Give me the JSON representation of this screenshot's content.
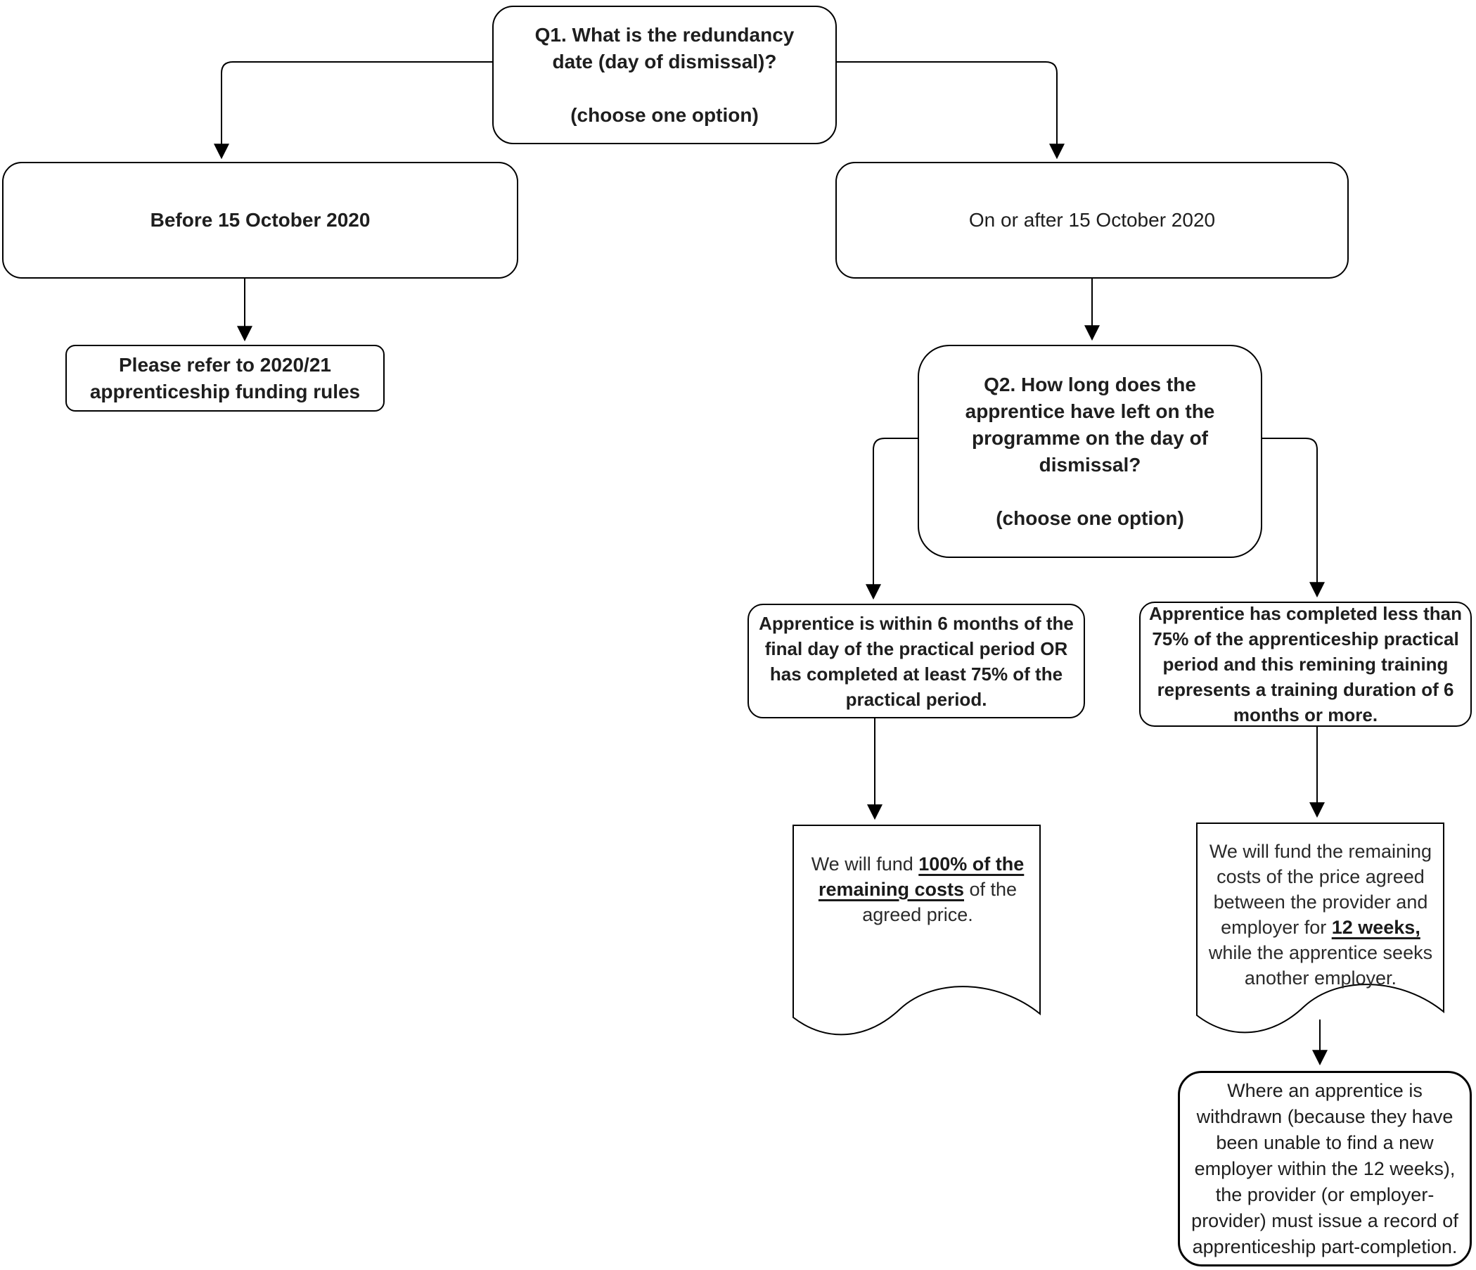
{
  "diagram": {
    "q1": {
      "title": "Q1. What is the redundancy date (day of dismissal)?",
      "hint": "(choose one option)"
    },
    "before": {
      "label": "Before 15 October 2020"
    },
    "after": {
      "label": "On or after 15 October 2020"
    },
    "refer": {
      "label": "Please refer to 2020/21 apprenticeship funding rules"
    },
    "q2": {
      "title": "Q2. How long does the apprentice have left on the programme on the day of dismissal?",
      "hint": "(choose one option)"
    },
    "opt_within": {
      "label": "Apprentice is within 6 months of the final day of the practical period OR has completed at least 75% of the practical period."
    },
    "opt_less": {
      "label": "Apprentice has completed less than 75% of the apprenticeship practical period and this remining training represents a training duration of 6 months or more."
    },
    "doc_fund100": {
      "text_before": "We will fund ",
      "text_emph": "100% of the remaining costs",
      "text_after": " of the agreed price."
    },
    "doc_fund12": {
      "text_before": "We will fund the remaining costs of the price agreed between the provider and employer for ",
      "text_emph": "12 weeks,",
      "text_after": " while the apprentice seeks another employer."
    },
    "withdrawn": {
      "label": "Where an apprentice is withdrawn (because they have been unable to find a new employer within the 12 weeks), the provider (or employer-provider) must issue a record of apprenticeship part-completion."
    }
  },
  "colors": {
    "stroke": "#000000",
    "text": "#1e1e1e",
    "background": "#ffffff"
  }
}
